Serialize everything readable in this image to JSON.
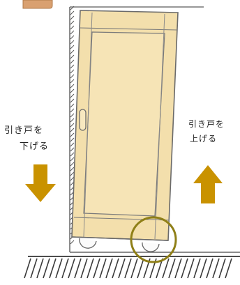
{
  "labels": {
    "lower_line1": "引き戸を",
    "lower_line2": "下げる",
    "raise_line1": "引き戸を",
    "raise_line2": "上げる"
  },
  "colors": {
    "door_fill": "#f3dfac",
    "door_outline": "#6a6a6a",
    "arrow": "#c99200",
    "highlight_circle": "#8f7f17",
    "corner_tab": "#d9a070",
    "hatch": "#3a3a3a"
  },
  "icons": {
    "down_arrow": "arrow-down-icon",
    "up_arrow": "arrow-up-icon",
    "highlight": "highlight-circle-icon"
  }
}
